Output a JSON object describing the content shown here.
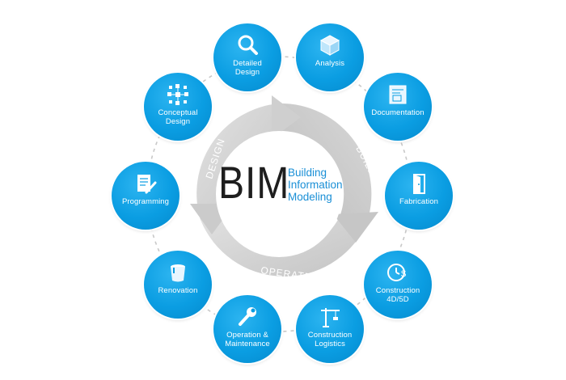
{
  "center": {
    "acronym": "BIM",
    "line1": "Building",
    "line2": "Information",
    "line3": "Modeling"
  },
  "phases": {
    "design": "DESIGN",
    "build": "BUILD",
    "operate": "OPERATE"
  },
  "nodes": [
    {
      "label": "Detailed\nDesign",
      "icon": "magnifier-icon"
    },
    {
      "label": "Analysis",
      "icon": "cube-icon"
    },
    {
      "label": "Documentation",
      "icon": "blueprint-icon"
    },
    {
      "label": "Fabrication",
      "icon": "door-icon"
    },
    {
      "label": "Construction\n4D/5D",
      "icon": "clock-dollar-icon"
    },
    {
      "label": "Construction\nLogistics",
      "icon": "crane-icon"
    },
    {
      "label": "Operation &\nMaintenance",
      "icon": "wrench-icon"
    },
    {
      "label": "Renovation",
      "icon": "paint-bucket-icon"
    },
    {
      "label": "Programming",
      "icon": "document-pen-icon"
    },
    {
      "label": "Conceptual\nDesign",
      "icon": "network-icon"
    }
  ],
  "colors": {
    "node": "#0a9de2",
    "ring": "#d4d4d4",
    "accent_text": "#1a8fd6"
  }
}
